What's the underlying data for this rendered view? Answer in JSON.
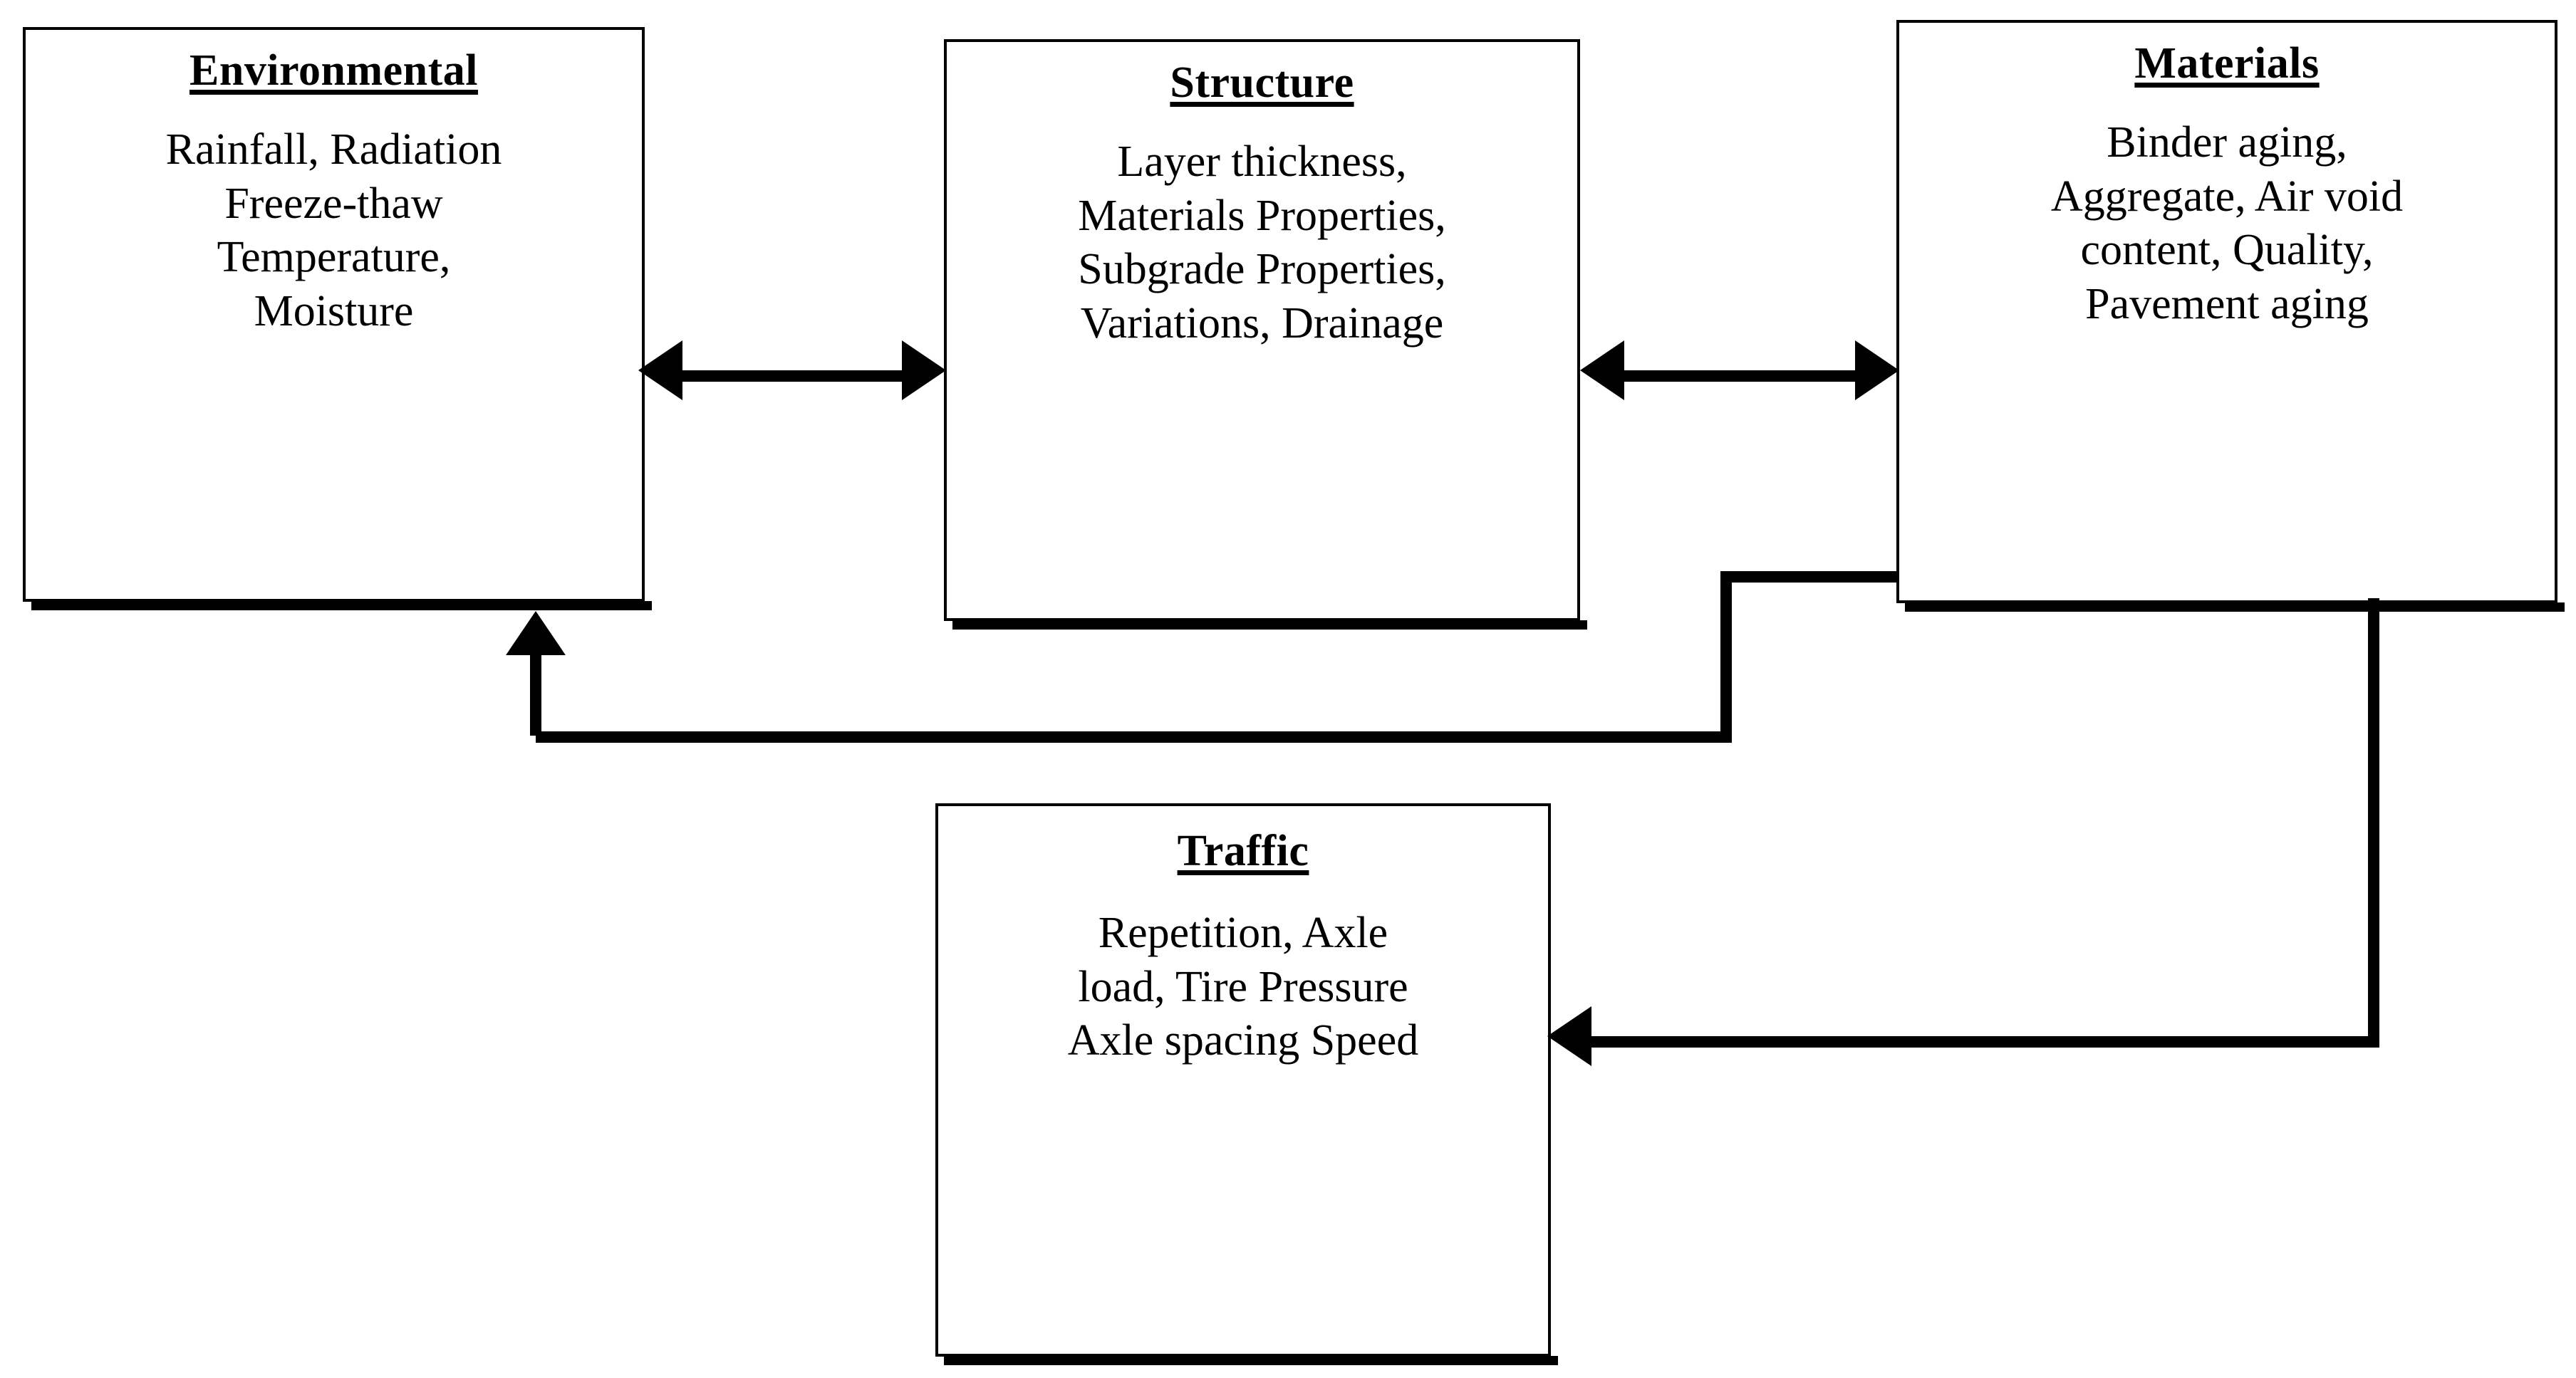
{
  "diagram": {
    "type": "block-flow-diagram",
    "line_color": "#000000",
    "box_fill": "#ffffff",
    "nodes": [
      {
        "id": "environmental",
        "title": "Environmental",
        "body": "Rainfall, Radiation\nFreeze-thaw\nTemperature,\nMoisture",
        "items": [
          "Rainfall",
          "Radiation",
          "Freeze-thaw",
          "Temperature",
          "Moisture"
        ]
      },
      {
        "id": "structure",
        "title": "Structure",
        "body": "Layer thickness,\nMaterials Properties,\nSubgrade Properties,\nVariations, Drainage",
        "items": [
          "Layer thickness",
          "Materials Properties",
          "Subgrade Properties",
          "Variations",
          "Drainage"
        ]
      },
      {
        "id": "materials",
        "title": "Materials",
        "body": "Binder aging,\nAggregate, Air void\ncontent, Quality,\nPavement aging",
        "items": [
          "Binder aging",
          "Aggregate",
          "Air void content",
          "Quality",
          "Pavement aging"
        ]
      },
      {
        "id": "traffic",
        "title": "Traffic",
        "body": "Repetition, Axle\nload, Tire Pressure\nAxle spacing Speed",
        "items": [
          "Repetition",
          "Axle load",
          "Tire Pressure",
          "Axle spacing",
          "Speed"
        ]
      }
    ],
    "connectors": [
      {
        "id": "env-struct",
        "from": "environmental",
        "to": "structure",
        "style": "double-headed-arrow"
      },
      {
        "id": "struct-mat",
        "from": "structure",
        "to": "materials",
        "style": "double-headed-arrow"
      },
      {
        "id": "mat-env",
        "from": "materials",
        "to": "environmental",
        "style": "elbow-arrow"
      },
      {
        "id": "mat-traffic",
        "from": "materials",
        "to": "traffic",
        "style": "elbow-arrow"
      }
    ]
  }
}
